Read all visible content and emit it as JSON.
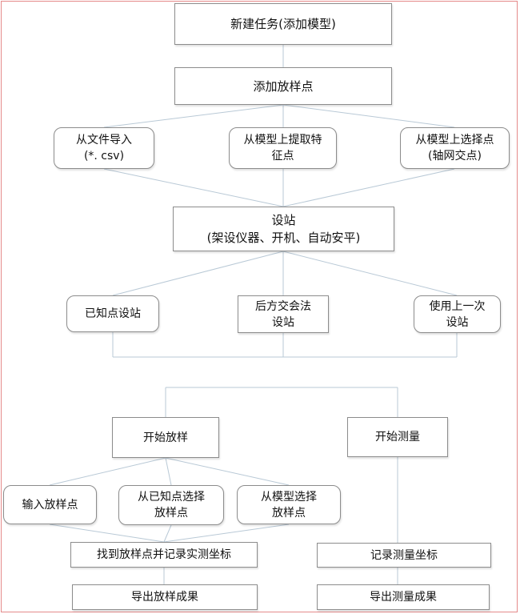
{
  "diagram": {
    "nodes": [
      {
        "id": "new_task",
        "label": "新建任务(添加模型)"
      },
      {
        "id": "add_points",
        "label": "添加放样点"
      },
      {
        "id": "import_file",
        "label": "从文件导入\n(*. csv)"
      },
      {
        "id": "extract_feature",
        "label": "从模型上提取特\n征点"
      },
      {
        "id": "select_model",
        "label": "从模型上选择点\n(轴网交点)"
      },
      {
        "id": "setup_station",
        "label": "设站\n(架设仪器、开机、自动安平)"
      },
      {
        "id": "known_point",
        "label": "已知点设站"
      },
      {
        "id": "resection",
        "label": "后方交会法\n设站"
      },
      {
        "id": "use_last",
        "label": "使用上一次\n设站"
      },
      {
        "id": "start_staking",
        "label": "开始放样"
      },
      {
        "id": "start_measure",
        "label": "开始测量"
      },
      {
        "id": "input_point",
        "label": "输入放样点"
      },
      {
        "id": "from_known",
        "label": "从已知点选择\n放样点"
      },
      {
        "id": "from_model",
        "label": "从模型选择\n放样点"
      },
      {
        "id": "find_record",
        "label": "找到放样点并记录实测坐标"
      },
      {
        "id": "record_measure",
        "label": "记录测量坐标"
      },
      {
        "id": "export_staking",
        "label": "导出放样成果"
      },
      {
        "id": "export_measure",
        "label": "导出测量成果"
      }
    ]
  },
  "colors": {
    "border": "#8c8c8c",
    "line": "#b9c9d6",
    "frame": "#e58a8a"
  }
}
